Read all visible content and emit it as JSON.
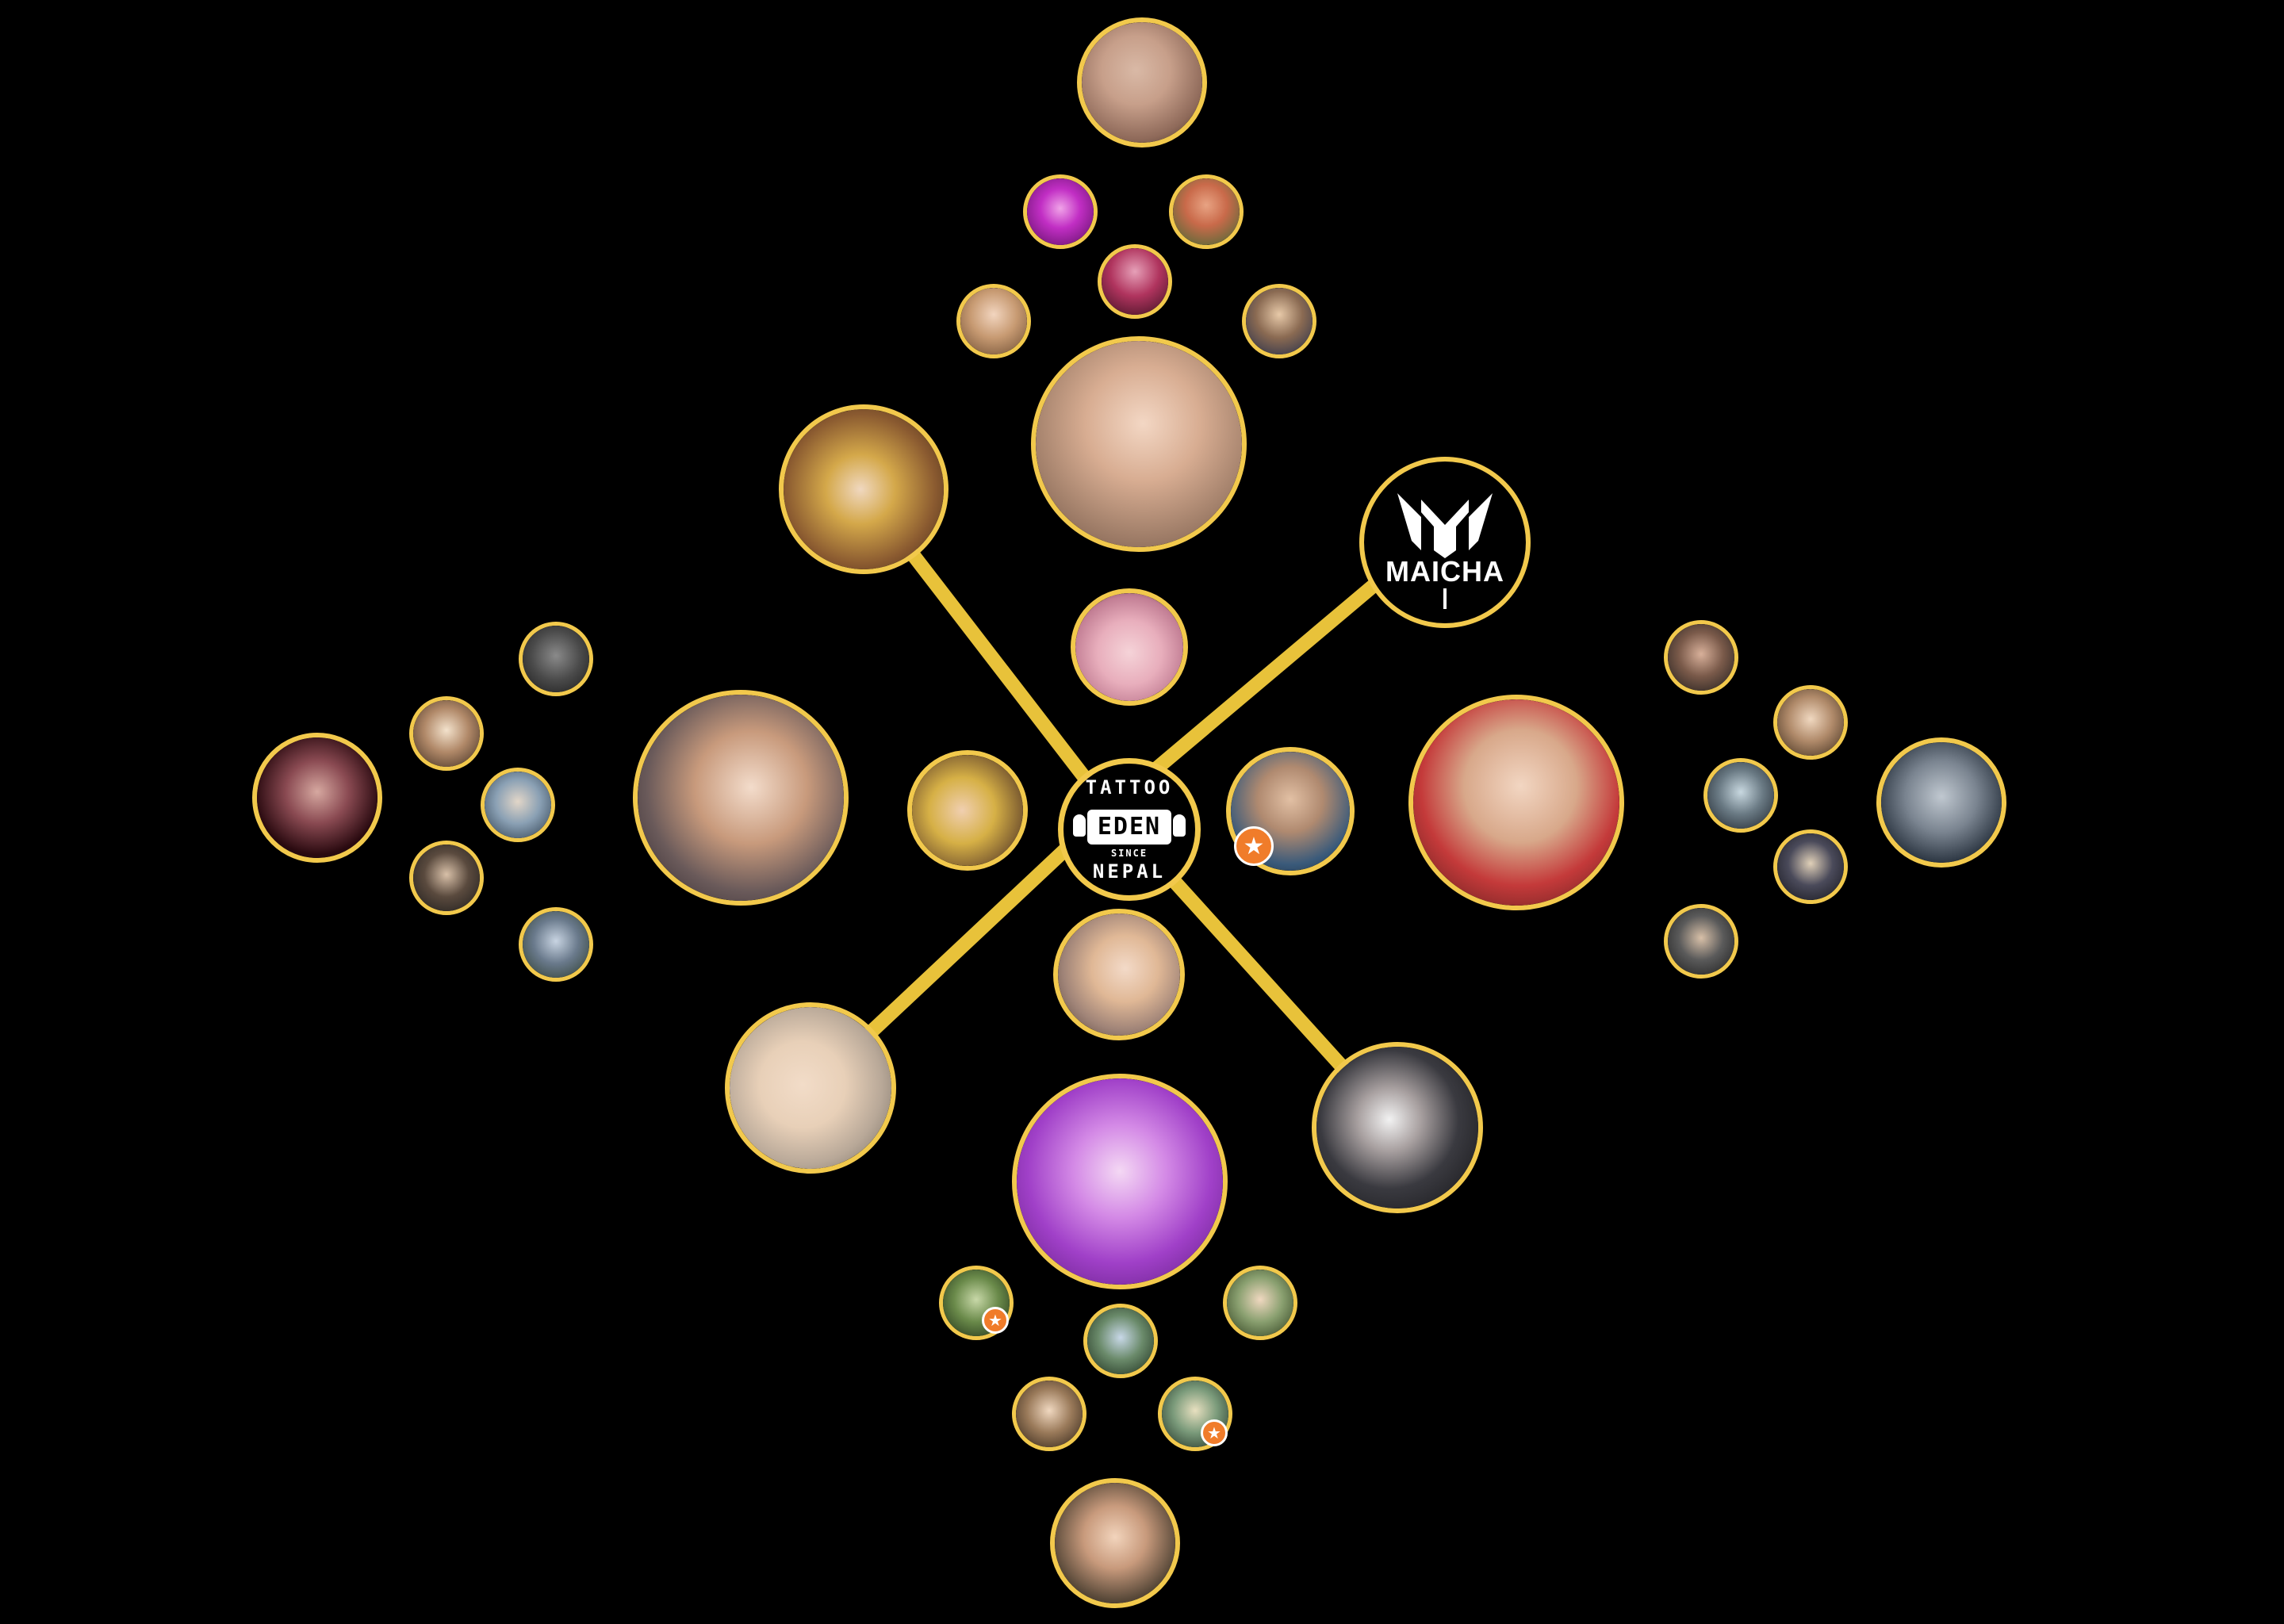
{
  "accent_color": "#f2c94c",
  "background_color": "#000000",
  "badge_color": "#f07c2a",
  "center": {
    "label_top": "TATTOO",
    "label_mid": "EDEN",
    "label_since": "SINCE",
    "label_bottom": "NEPAL"
  },
  "maicha": {
    "label": "MAICHA"
  },
  "badge_icon": "star-icon",
  "badge_glyph": "★"
}
